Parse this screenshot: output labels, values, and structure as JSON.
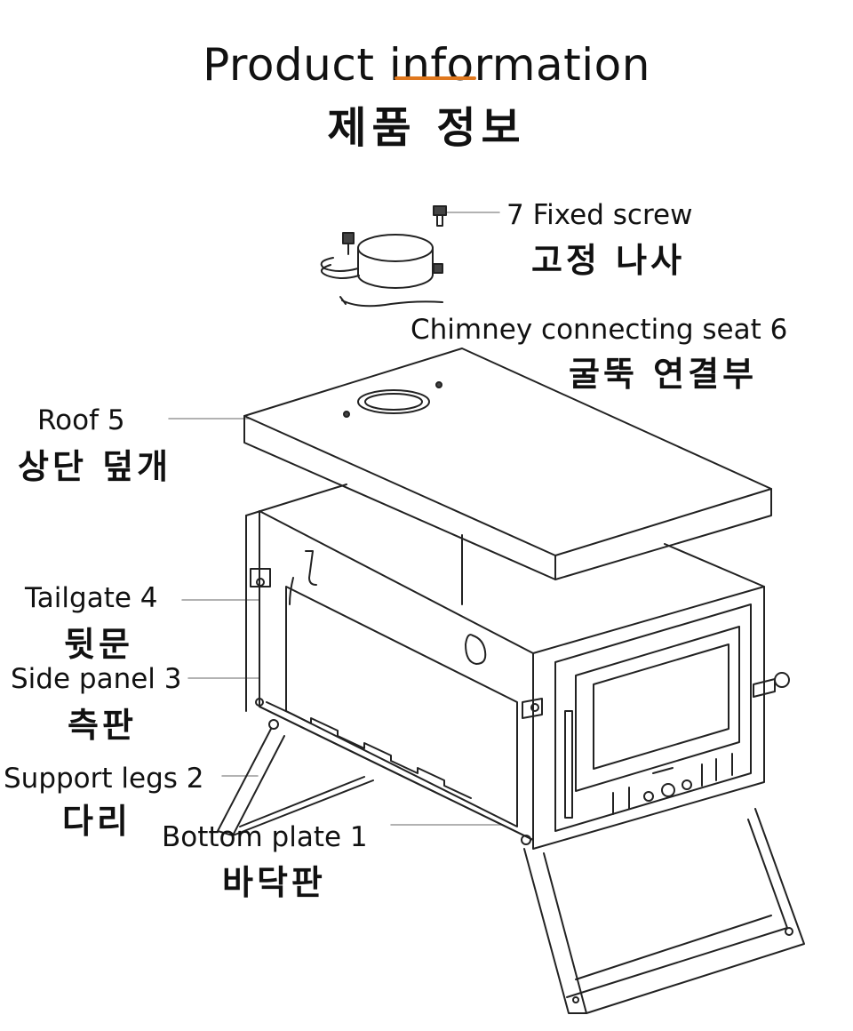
{
  "title": {
    "en": "Product information",
    "ko": "제품 정보"
  },
  "accent_color": "#e0781e",
  "parts": [
    {
      "id": "fixed-screw",
      "en": "7  Fixed screw",
      "ko": "고정 나사"
    },
    {
      "id": "chimney-seat",
      "en": "Chimney connecting seat 6",
      "ko": "굴뚝 연결부"
    },
    {
      "id": "roof",
      "en": "Roof 5",
      "ko": "상단 덮개"
    },
    {
      "id": "tailgate",
      "en": "Tailgate 4",
      "ko": "뒷문"
    },
    {
      "id": "side-panel",
      "en": "Side panel 3",
      "ko": "측판"
    },
    {
      "id": "support-legs",
      "en": "Support legs 2",
      "ko": "다리"
    },
    {
      "id": "bottom-plate",
      "en": "Bottom plate 1",
      "ko": "바닥판"
    }
  ]
}
